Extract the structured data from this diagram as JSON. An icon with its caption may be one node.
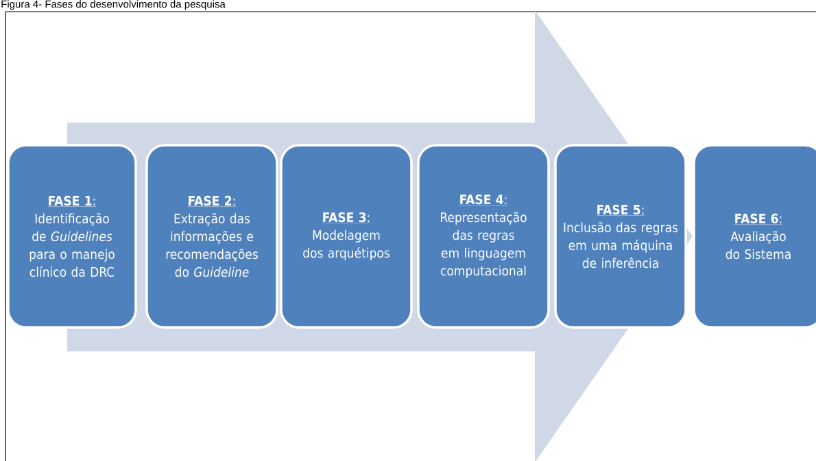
{
  "diagram": {
    "title": "Figura 4- Fases do desenvolvimento da pesquisa",
    "nodes": [
      {
        "text": [
          "**FASE 1**:",
          "Identificação de *Guidelines* para o manejo clínico da DRC"
        ]
      },
      {
        "text": [
          "**FASE 2**:",
          "Extração das informações e recomendações do *Guideline*"
        ]
      },
      {
        "text": [
          "**FASE 3**:",
          "Modelagem dos arquétipos"
        ]
      },
      {
        "text": [
          "**FASE 4**:",
          "Representação das regras em linguagem computacional"
        ]
      },
      {
        "text": [
          "**FASE 5**:",
          "Inclusão das regras em uma máquina de inferência"
        ]
      },
      {
        "text": [
          "**FASE 6**:",
          "Avaliação do Sistema"
        ]
      }
    ],
    "edges": [
      {
        "from": 0,
        "to": 5,
        "arrow": "to"
      }
    ]
  }
}
